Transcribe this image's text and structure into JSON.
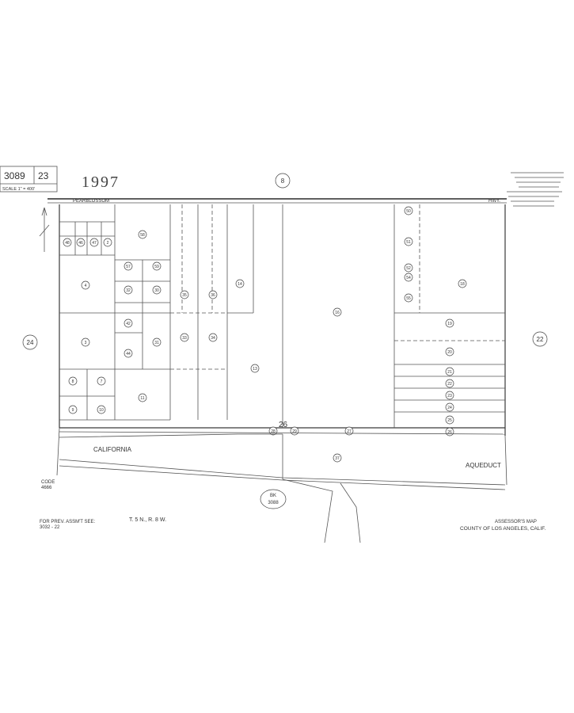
{
  "header": {
    "book": "3089",
    "page": "23",
    "scale_label": "SCALE 1\" = 400'",
    "year": "1997",
    "section_top": "8",
    "section_bottom": "26",
    "section_left": "24",
    "section_right": "22"
  },
  "roads": {
    "highway_prefix": "PEARBLOSSOM",
    "highway_suffix": "HWY."
  },
  "waterway": {
    "left": "CALIFORNIA",
    "right": "AQUEDUCT"
  },
  "parcels": [
    {
      "id": "48"
    },
    {
      "id": "46"
    },
    {
      "id": "47"
    },
    {
      "id": "2"
    },
    {
      "id": "58"
    },
    {
      "id": "57"
    },
    {
      "id": "59"
    },
    {
      "id": "32"
    },
    {
      "id": "30"
    },
    {
      "id": "35"
    },
    {
      "id": "36"
    },
    {
      "id": "14"
    },
    {
      "id": "4"
    },
    {
      "id": "42"
    },
    {
      "id": "44"
    },
    {
      "id": "31"
    },
    {
      "id": "33"
    },
    {
      "id": "34"
    },
    {
      "id": "3"
    },
    {
      "id": "11"
    },
    {
      "id": "13"
    },
    {
      "id": "8"
    },
    {
      "id": "7"
    },
    {
      "id": "9"
    },
    {
      "id": "10"
    },
    {
      "id": "16"
    },
    {
      "id": "18"
    },
    {
      "id": "19"
    },
    {
      "id": "20"
    },
    {
      "id": "21"
    },
    {
      "id": "22"
    },
    {
      "id": "23"
    },
    {
      "id": "24"
    },
    {
      "id": "25"
    },
    {
      "id": "26"
    },
    {
      "id": "50"
    },
    {
      "id": "51"
    },
    {
      "id": "52"
    },
    {
      "id": "54"
    },
    {
      "id": "55"
    },
    {
      "id": "28"
    },
    {
      "id": "29"
    },
    {
      "id": "27"
    },
    {
      "id": "37"
    }
  ],
  "footer": {
    "code_label": "CODE",
    "code_value": "4666",
    "prev_assmt": "FOR PREV. ASSM'T SEE:",
    "prev_ref": "3032 - 22",
    "township": "T. 5 N., R. 8 W.",
    "adjacent_book_label": "BK",
    "adjacent_book": "3088",
    "assessor_line1": "ASSESSOR'S MAP",
    "assessor_line2": "COUNTY OF LOS ANGELES, CALIF."
  }
}
